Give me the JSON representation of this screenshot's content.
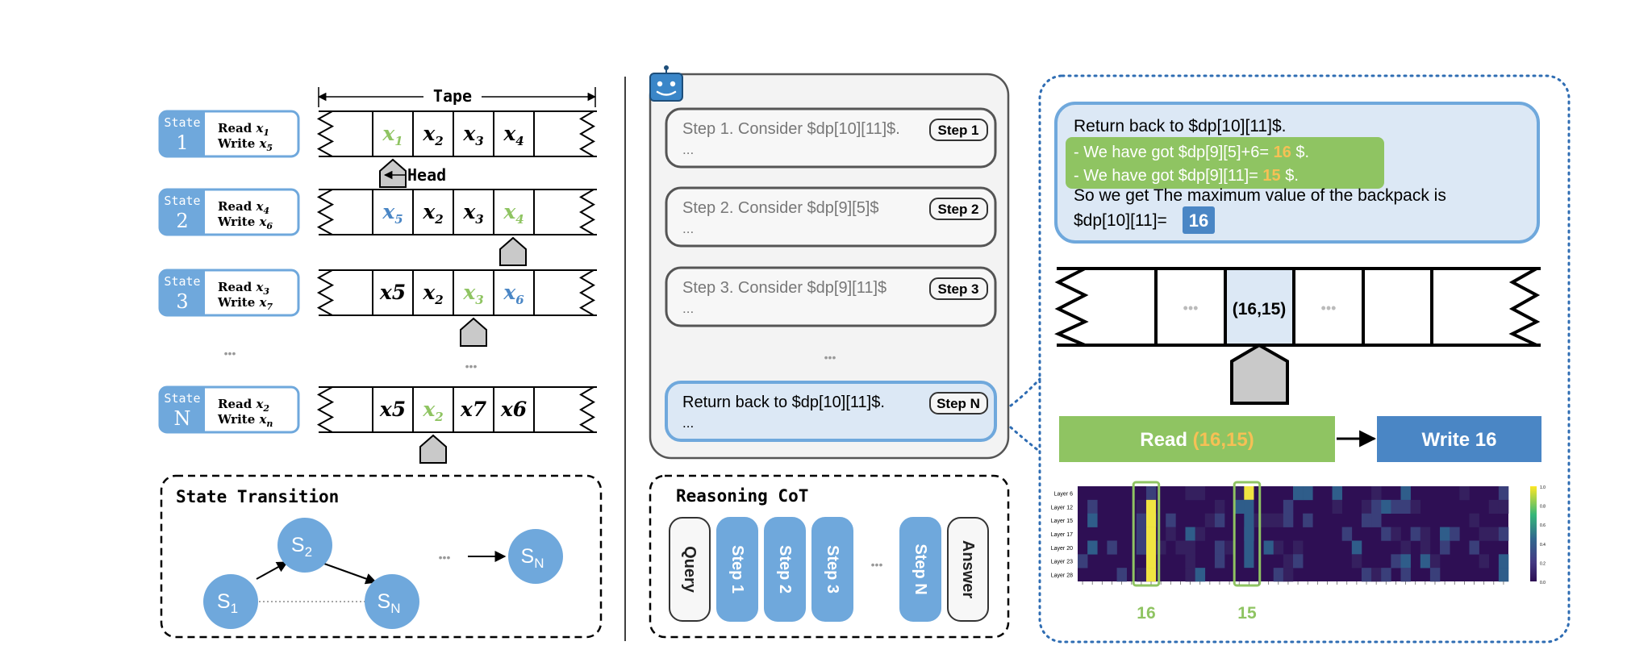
{
  "turing_machine": {
    "tape_label": "Tape",
    "head_label": "Head",
    "states": [
      {
        "badge_word": "State",
        "badge_num": "1",
        "read_label": "Read",
        "read_var": "x",
        "read_sub": "1",
        "write_label": "Write",
        "write_var": "x",
        "write_sub": "5",
        "cells": [
          {
            "v": "x",
            "s": "1",
            "c": "green"
          },
          {
            "v": "x",
            "s": "2",
            "c": "black"
          },
          {
            "v": "x",
            "s": "3",
            "c": "black"
          },
          {
            "v": "x",
            "s": "4",
            "c": "black"
          }
        ]
      },
      {
        "badge_word": "State",
        "badge_num": "2",
        "read_label": "Read",
        "read_var": "x",
        "read_sub": "4",
        "write_label": "Write",
        "write_var": "x",
        "write_sub": "6",
        "cells": [
          {
            "v": "x",
            "s": "5",
            "c": "blue"
          },
          {
            "v": "x",
            "s": "2",
            "c": "black"
          },
          {
            "v": "x",
            "s": "3",
            "c": "black"
          },
          {
            "v": "x",
            "s": "4",
            "c": "green"
          }
        ]
      },
      {
        "badge_word": "State",
        "badge_num": "3",
        "read_label": "Read",
        "read_var": "x",
        "read_sub": "3",
        "write_label": "Write",
        "write_var": "x",
        "write_sub": "7",
        "cells": [
          {
            "v": "x5",
            "s": "",
            "c": "black"
          },
          {
            "v": "x",
            "s": "2",
            "c": "black"
          },
          {
            "v": "x",
            "s": "3",
            "c": "green"
          },
          {
            "v": "x",
            "s": "6",
            "c": "blue"
          }
        ]
      },
      {
        "badge_word": "State",
        "badge_num": "N",
        "read_label": "Read",
        "read_var": "x",
        "read_sub": "2",
        "write_label": "Write",
        "write_var": "x",
        "write_sub": "n",
        "cells": [
          {
            "v": "x5",
            "s": "",
            "c": "black"
          },
          {
            "v": "x",
            "s": "2",
            "c": "green"
          },
          {
            "v": "x7",
            "s": "",
            "c": "black"
          },
          {
            "v": "x6",
            "s": "",
            "c": "black"
          }
        ]
      }
    ],
    "ellipsis": "•••",
    "state_transition": {
      "title": "State Transition",
      "nodes": [
        {
          "base": "S",
          "sub": "1"
        },
        {
          "base": "S",
          "sub": "2"
        },
        {
          "base": "S",
          "sub": "N"
        },
        {
          "base": "S",
          "sub": "N"
        }
      ],
      "dots": "•••"
    }
  },
  "reasoning": {
    "steps": [
      {
        "text": "Step 1. Consider $dp[10][11]$.",
        "more": "...",
        "tag": "Step 1"
      },
      {
        "text": "Step 2. Consider $dp[9][5]$",
        "more": "...",
        "tag": "Step 2"
      },
      {
        "text": "Step 3. Consider $dp[9][11]$",
        "more": "...",
        "tag": "Step 3"
      },
      {
        "text": "Return back to $dp[10][11]$.",
        "more": "...",
        "tag": "Step N"
      }
    ],
    "dots": "•••",
    "cot": {
      "title": "Reasoning CoT",
      "items": [
        {
          "label": "Query",
          "kind": "plain"
        },
        {
          "label": "Step 1",
          "kind": "blue"
        },
        {
          "label": "Step 2",
          "kind": "blue"
        },
        {
          "label": "Step 3",
          "kind": "blue"
        },
        {
          "label": "Step N",
          "kind": "blue"
        },
        {
          "label": "Answer",
          "kind": "plain"
        }
      ],
      "dots": "•••"
    }
  },
  "detail": {
    "line1": "Return back to $dp[10][11]$.",
    "line2_pre": "- We have got $dp[9][5]+6=",
    "line2_val": "16",
    "line2_post": "$.",
    "line3_pre": "- We have got $dp[9][11]=",
    "line3_val": "15",
    "line3_post": "$.",
    "line4": "So we get The maximum value of the backpack is",
    "line5_pre": "$dp[10][11]=",
    "line5_val": "16",
    "tape_dots": "•••",
    "tape_cell": "(16,15)",
    "read_label": "Read",
    "read_value": "(16,15)",
    "write_label": "Write 16",
    "heatmap": {
      "layers": [
        "Layer 6",
        "Layer 12",
        "Layer 15",
        "Layer 17",
        "Layer 20",
        "Layer 23",
        "Layer 28"
      ],
      "label_a": "16",
      "label_b": "15",
      "colorbar_ticks": [
        "1.0",
        "0.8",
        "0.6",
        "0.4",
        "0.2",
        "0.0"
      ]
    }
  },
  "colors": {
    "blue": "#6fa8dc",
    "blue_dark": "#4a86c5",
    "green": "#8fc462",
    "yellow": "#f4d03f",
    "light_blue": "#dce8f5",
    "gray_panel": "#f3f3f3",
    "orange": "#f6c055"
  }
}
